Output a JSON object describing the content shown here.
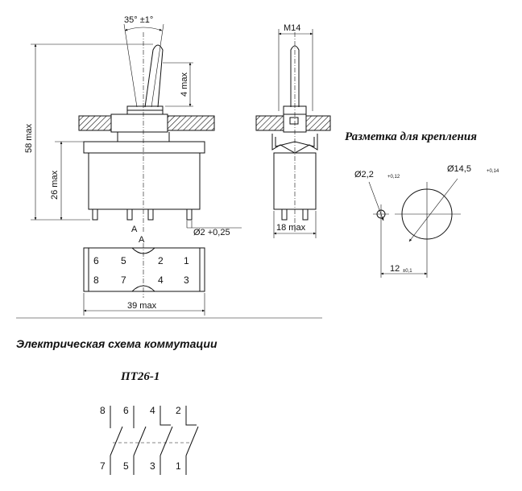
{
  "front_view": {
    "angle": "35° ±1°",
    "lever_max": "4 max",
    "height_total": "58 max",
    "height_body": "26 max",
    "pin_dia": "Ø2 +0,25",
    "section_mark": "A",
    "width": "39 max"
  },
  "side_view": {
    "thread": "M14",
    "depth": "18 max"
  },
  "bottom_view": {
    "row_top": [
      "6",
      "5",
      "2",
      "1"
    ],
    "row_bottom": [
      "8",
      "7",
      "4",
      "3"
    ]
  },
  "mounting": {
    "title": "Разметка для крепления",
    "small_hole": "Ø2,2",
    "small_tol": "+0,12",
    "large_hole": "Ø14,5",
    "large_tol": "+0,14",
    "spacing": "12",
    "spacing_tol": "±0,1"
  },
  "schematic": {
    "title": "Электрическая схема коммутации",
    "model": "ПТ26-1",
    "top_pins": [
      "8",
      "6",
      "4",
      "2"
    ],
    "bottom_pins": [
      "7",
      "5",
      "3",
      "1"
    ]
  }
}
